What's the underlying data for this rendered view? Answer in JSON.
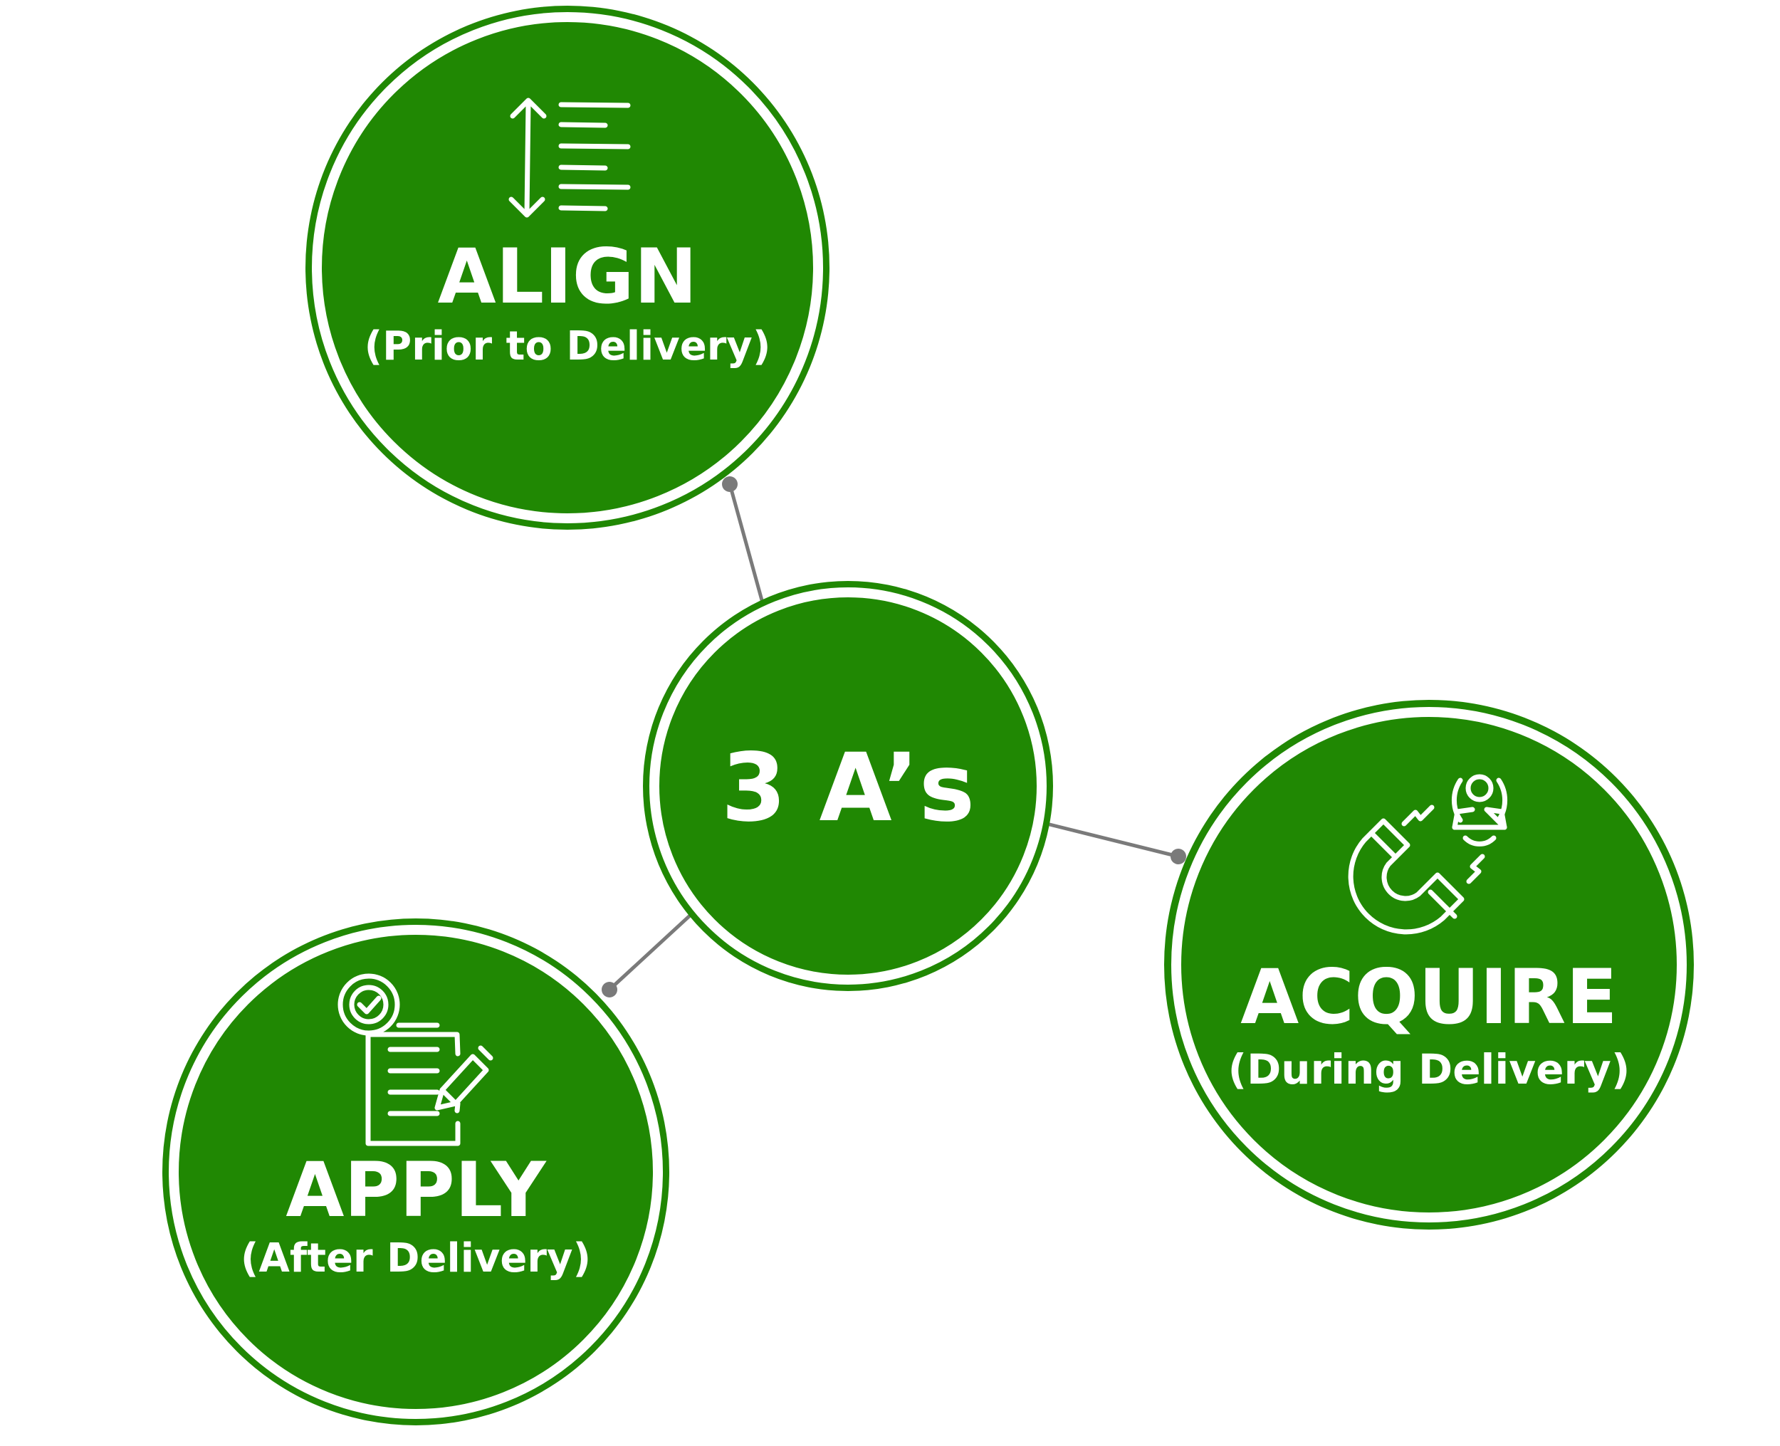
{
  "center": {
    "label": "3 A’s"
  },
  "nodes": [
    {
      "id": "align",
      "title": "ALIGN",
      "subtitle": "(Prior to Delivery)",
      "icon": "align-lines-icon"
    },
    {
      "id": "acquire",
      "title": "ACQUIRE",
      "subtitle": "(During Delivery)",
      "icon": "magnet-attract-person-icon"
    },
    {
      "id": "apply",
      "title": "APPLY",
      "subtitle": "(After Delivery)",
      "icon": "checklist-document-icon"
    }
  ],
  "colors": {
    "fill": "#208803",
    "text": "#ffffff",
    "connector": "#7a7a7a",
    "background": "#ffffff"
  }
}
